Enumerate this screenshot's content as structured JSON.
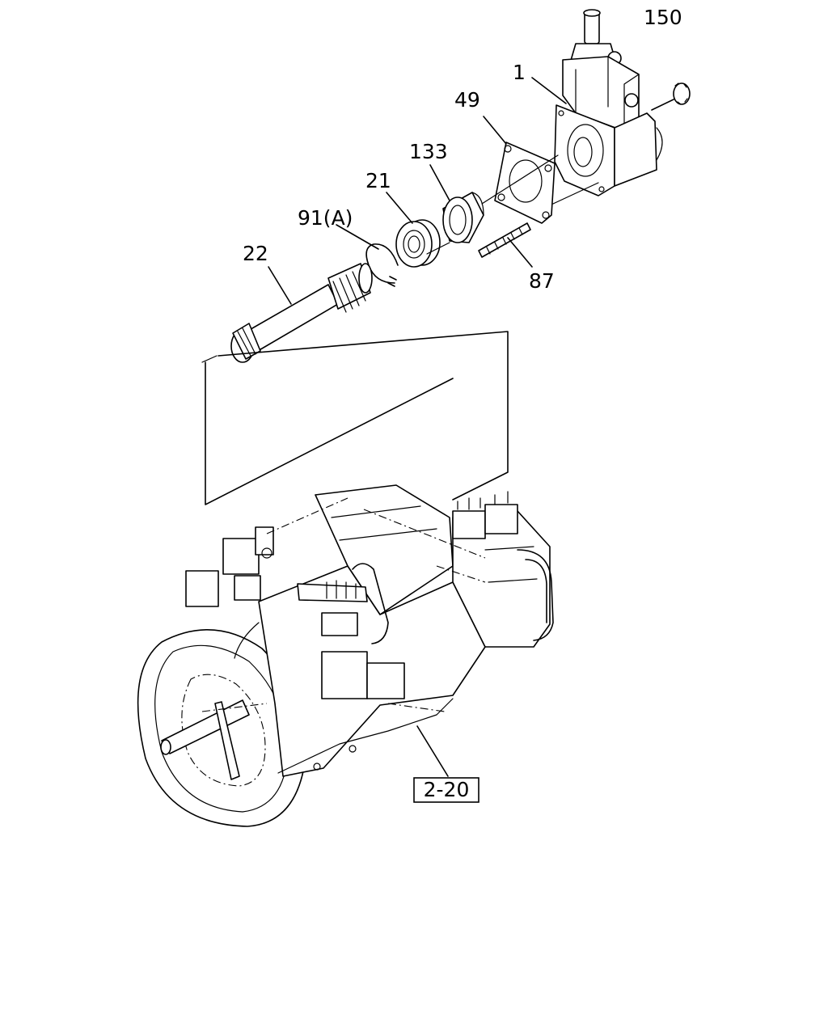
{
  "callouts": {
    "c150": "150",
    "c1": "1",
    "c49": "49",
    "c133": "133",
    "c21": "21",
    "c91a": "91(A)",
    "c22": "22",
    "c87": "87"
  },
  "reference": {
    "label": "2-20"
  }
}
